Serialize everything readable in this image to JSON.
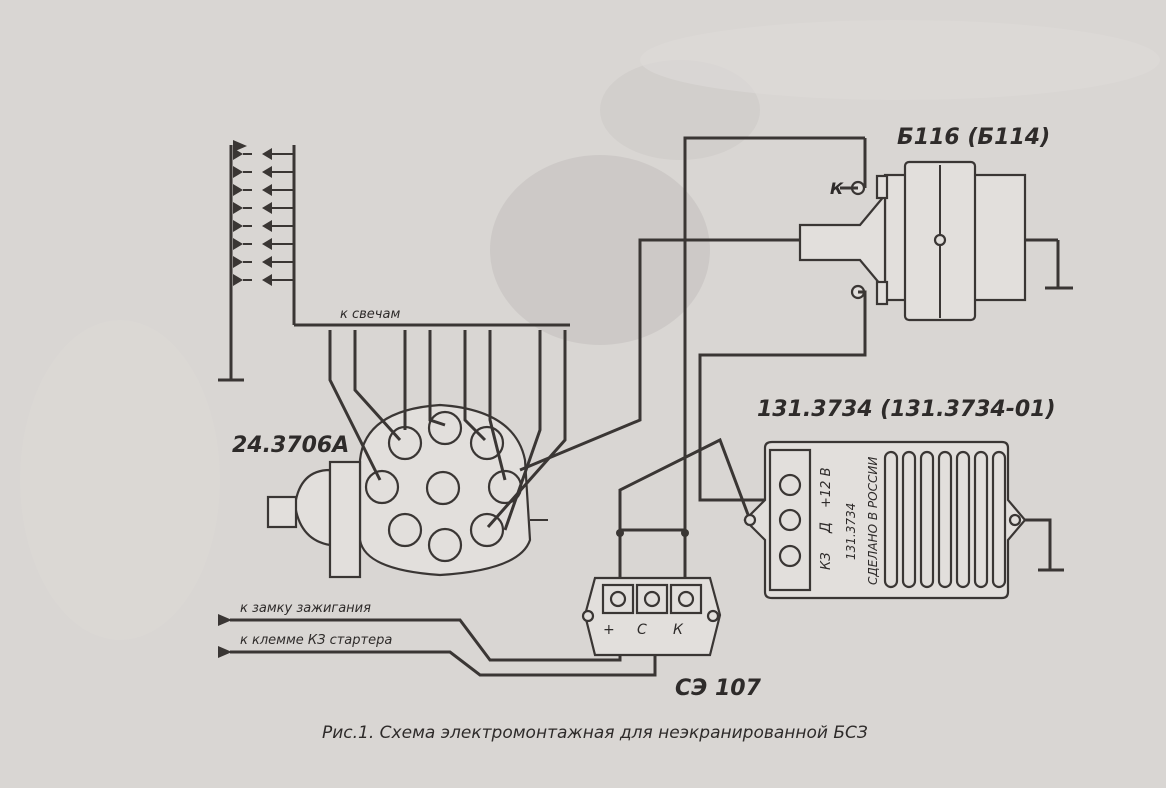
{
  "labels": {
    "coil": "Б116 (Б114)",
    "coil_terminal": "К",
    "plugs": "к свечам",
    "distributor": "24.3706А",
    "commutator": "131.3734 (131.3734-01)",
    "commutator_plus12": "+12 В",
    "commutator_d": "Д",
    "commutator_kz": "КЗ",
    "commutator_model": "131.3734",
    "commutator_made": "СДЕЛАНО В РОССИИ",
    "sensor": "СЭ 107",
    "sensor_plus": "+",
    "sensor_c": "С",
    "sensor_k": "К",
    "to_ignition_lock": "к замку зажигания",
    "to_starter": "к клемме КЗ стартера",
    "caption": "Рис.1. Схема электромонтажная для неэкранированной БСЗ"
  },
  "colors": {
    "paper": "#d9d6d3",
    "ink": "#3a3634",
    "stain": "#bcb8b6"
  }
}
